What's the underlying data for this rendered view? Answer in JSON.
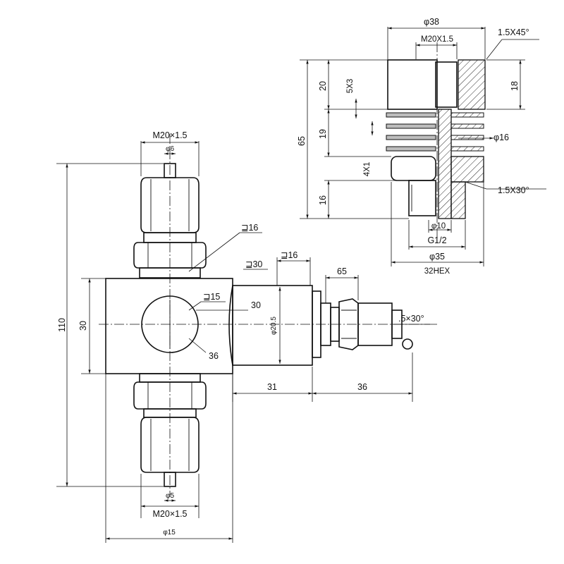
{
  "front_view": {
    "top_thread": "M20×1.5",
    "top_pin_dia": "φ6",
    "nut_size": "⊒16",
    "flat_size": "⊒30",
    "width_hex": "⊒16",
    "bore_size": "⊒15",
    "bore_inner": "30",
    "bore_outer": "36",
    "sensor_dia": "φ20.5",
    "body_height": "30",
    "overall_height": "110",
    "cable_dim": "65",
    "cable_chamfer": ".5×30°",
    "len_31": "31",
    "len_36": "36",
    "bottom_pin_dia": "φ5",
    "bottom_thread": "M20×1.5",
    "bottom_width": "φ15"
  },
  "section_view": {
    "top_dia": "φ38",
    "thread": "M20X1.5",
    "chamfer_top": "1.5X45°",
    "dim_20": "20",
    "dim_5x3": "5X3",
    "dim_65": "65",
    "dim_19": "19",
    "dim_4x1": "4X1",
    "dim_16": "16",
    "dim_18": "18",
    "bore_dia": "φ16",
    "chamfer_bottom": "1.5X30°",
    "dia_10": "φ10",
    "pipe_thread": "G1/2",
    "dia_35": "φ35",
    "hex": "32HEX"
  }
}
